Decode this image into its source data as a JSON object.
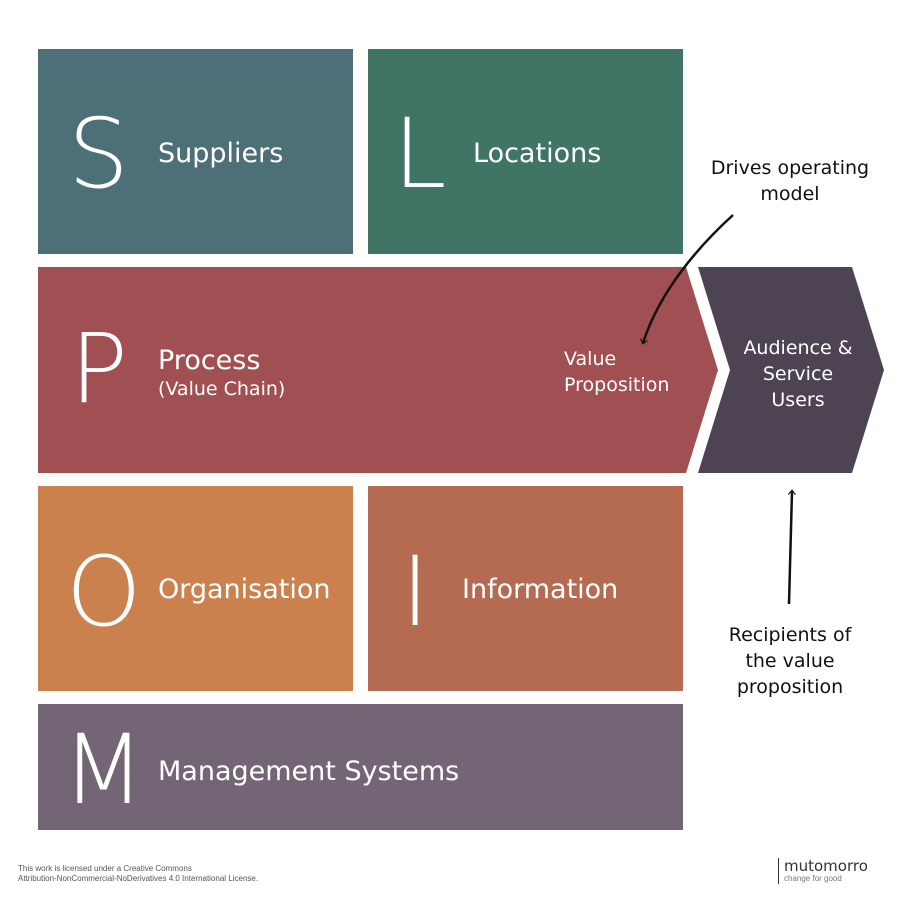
{
  "blocks": {
    "suppliers": {
      "letter": "S",
      "label": "Suppliers",
      "color": "#4d6f78"
    },
    "locations": {
      "letter": "L",
      "label": "Locations",
      "color": "#407565"
    },
    "process": {
      "letter": "P",
      "label": "Process",
      "sublabel": "(Value Chain)",
      "color": "#a05052"
    },
    "organisation": {
      "letter": "O",
      "label": "Organisation",
      "color": "#cb814d"
    },
    "information": {
      "letter": "I",
      "label": "Information",
      "color": "#b56a52"
    },
    "management": {
      "letter": "M",
      "label": "Management Systems",
      "color": "#746576"
    }
  },
  "value_proposition": {
    "line1": "Value",
    "line2": "Proposition"
  },
  "audience": {
    "line1": "Audience &",
    "line2": "Service",
    "line3": "Users",
    "color": "#4d4352"
  },
  "annotations": {
    "drives": {
      "line1": "Drives operating",
      "line2": "model"
    },
    "recipients": {
      "line1": "Recipients of",
      "line2": "the value",
      "line3": "proposition"
    }
  },
  "footer": {
    "license_line1": "This work is licensed under a Creative Commons",
    "license_line2": "Attribution-NonCommercial-NoDerivatives 4.0 International License.",
    "logo_name": "mutomorro",
    "logo_tagline": "change for good"
  }
}
